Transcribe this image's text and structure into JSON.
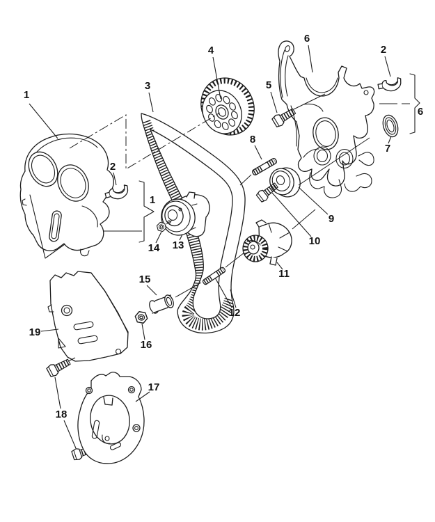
{
  "diagram": {
    "background_color": "#ffffff",
    "line_color": "#1c1c1c",
    "label_color": "#111111"
  },
  "callouts": [
    {
      "text": "1"
    },
    {
      "text": "2"
    },
    {
      "text": "3"
    },
    {
      "text": "4"
    },
    {
      "text": "5"
    },
    {
      "text": "6"
    },
    {
      "text": "2"
    },
    {
      "text": "6"
    },
    {
      "text": "7"
    },
    {
      "text": "8"
    },
    {
      "text": "1"
    },
    {
      "text": "13"
    },
    {
      "text": "14"
    },
    {
      "text": "9"
    },
    {
      "text": "10"
    },
    {
      "text": "11"
    },
    {
      "text": "12"
    },
    {
      "text": "15"
    },
    {
      "text": "16"
    },
    {
      "text": "17"
    },
    {
      "text": "18"
    },
    {
      "text": "19"
    }
  ]
}
